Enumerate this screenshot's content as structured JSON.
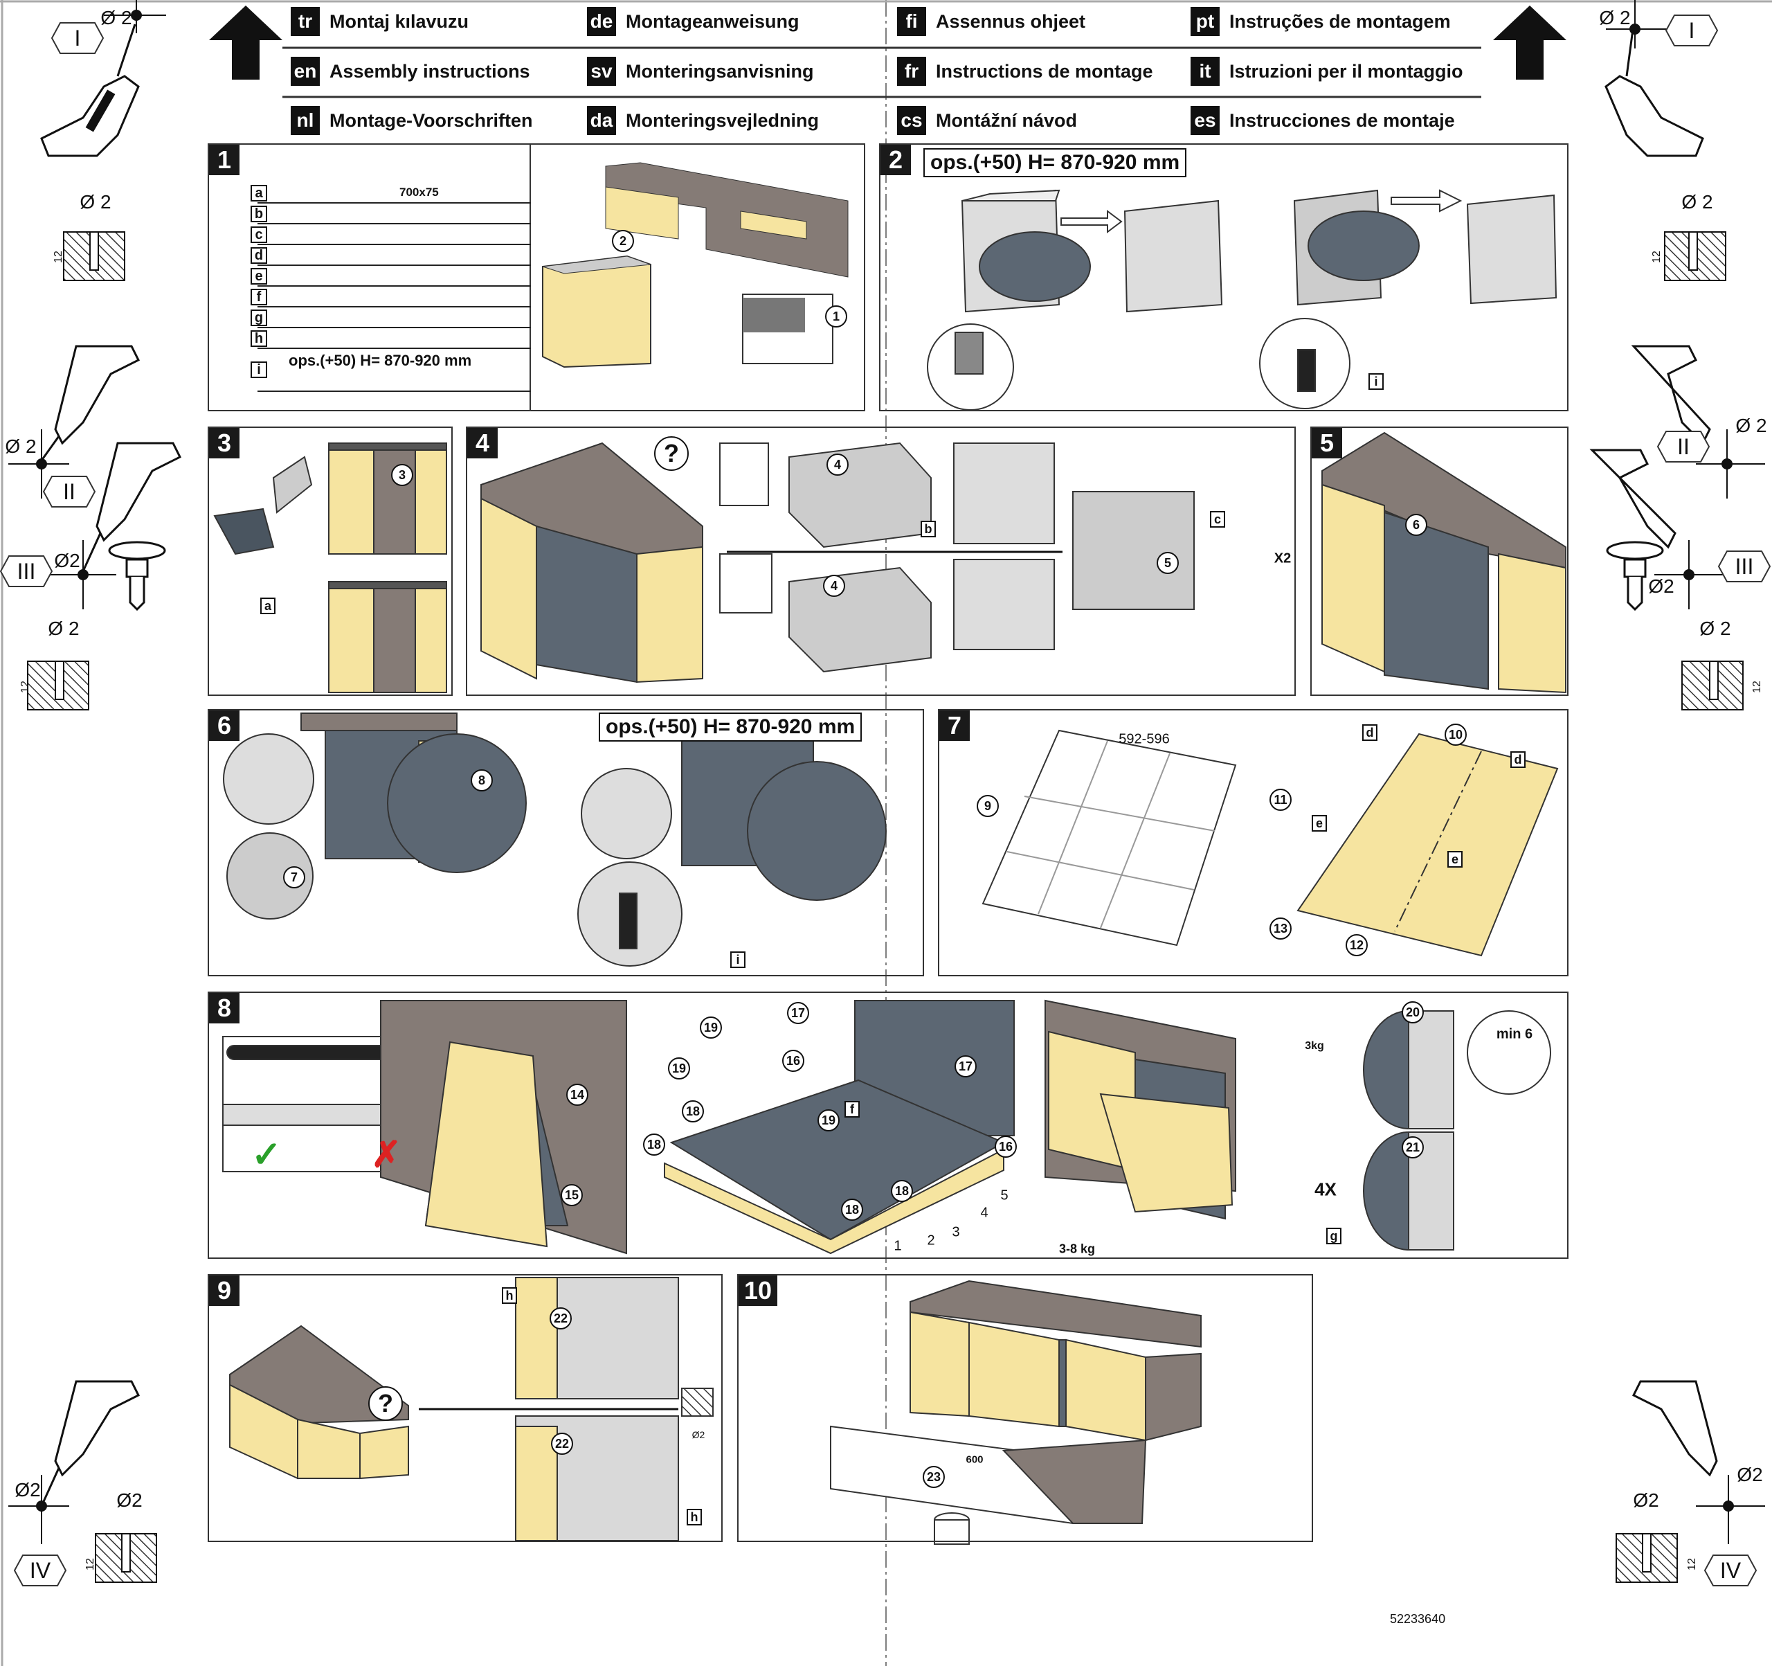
{
  "header": {
    "languages": [
      {
        "code": "tr",
        "label": "Montaj kılavuzu"
      },
      {
        "code": "de",
        "label": "Montageanweisung"
      },
      {
        "code": "fi",
        "label": "Assennus ohjeet"
      },
      {
        "code": "pt",
        "label": "Instruções de montagem"
      },
      {
        "code": "en",
        "label": "Assembly instructions"
      },
      {
        "code": "sv",
        "label": "Monteringsanvisning"
      },
      {
        "code": "fr",
        "label": "Instructions de montage"
      },
      {
        "code": "it",
        "label": "Istruzioni per il montaggio"
      },
      {
        "code": "nl",
        "label": "Montage-Voorschriften"
      },
      {
        "code": "da",
        "label": "Monteringsvejledning"
      },
      {
        "code": "cs",
        "label": "Montážní návod"
      },
      {
        "code": "es",
        "label": "Instrucciones de montaje"
      }
    ]
  },
  "side": {
    "roman": [
      "I",
      "II",
      "III",
      "IV"
    ],
    "diameter": "Ø 2",
    "diameter_short": "Ø2",
    "depth": "12"
  },
  "steps": {
    "s1": {
      "number": "1",
      "parts": [
        "a",
        "b",
        "c",
        "d",
        "e",
        "f",
        "g",
        "h",
        "i"
      ],
      "tape": "700x75",
      "ops": "ops.(+50) H= 870-920 mm",
      "callouts": [
        "2",
        "1"
      ]
    },
    "s2": {
      "number": "2",
      "ops": "ops.(+50) H= 870-920 mm",
      "ref": "i"
    },
    "s3": {
      "number": "3",
      "callout": "3",
      "ref": "a"
    },
    "s4": {
      "number": "4",
      "question": "?",
      "callouts": [
        "4",
        "4",
        "5"
      ],
      "refs": [
        "b",
        "c"
      ],
      "times": "X2"
    },
    "s5": {
      "number": "5",
      "callout": "6"
    },
    "s6": {
      "number": "6",
      "ops": "ops.(+50) H= 870-920 mm",
      "callouts": [
        "8",
        "7"
      ],
      "ref": "i"
    },
    "s7": {
      "number": "7",
      "dimension": "592-596",
      "callouts": [
        "9",
        "10",
        "11",
        "13",
        "12"
      ],
      "refs": [
        "d",
        "d",
        "e",
        "e"
      ]
    },
    "s8": {
      "number": "8",
      "callouts": [
        "14",
        "15",
        "17",
        "19",
        "16",
        "19",
        "18",
        "19",
        "17",
        "16",
        "18",
        "18",
        "18",
        "20",
        "21"
      ],
      "ref_f": "f",
      "ref_g": "g",
      "layers": [
        "1",
        "2",
        "3",
        "4",
        "5"
      ],
      "min": "min 6",
      "kg3": "3kg",
      "kg8": "8 kg",
      "times": "4X",
      "weight": "3-8 kg",
      "check": "✓",
      "cross": "✗"
    },
    "s9": {
      "number": "9",
      "question": "?",
      "callouts": [
        "22",
        "22"
      ],
      "refs": [
        "h",
        "h"
      ],
      "diameter": "Ø2"
    },
    "s10": {
      "number": "10",
      "callout": "23",
      "length": "600"
    }
  },
  "footer": {
    "doc_code": "52233640"
  },
  "colors": {
    "worktop": "#857b76",
    "front": "#f6e4a0",
    "appliance": "#5c6773",
    "light": "#d9d9d9"
  }
}
